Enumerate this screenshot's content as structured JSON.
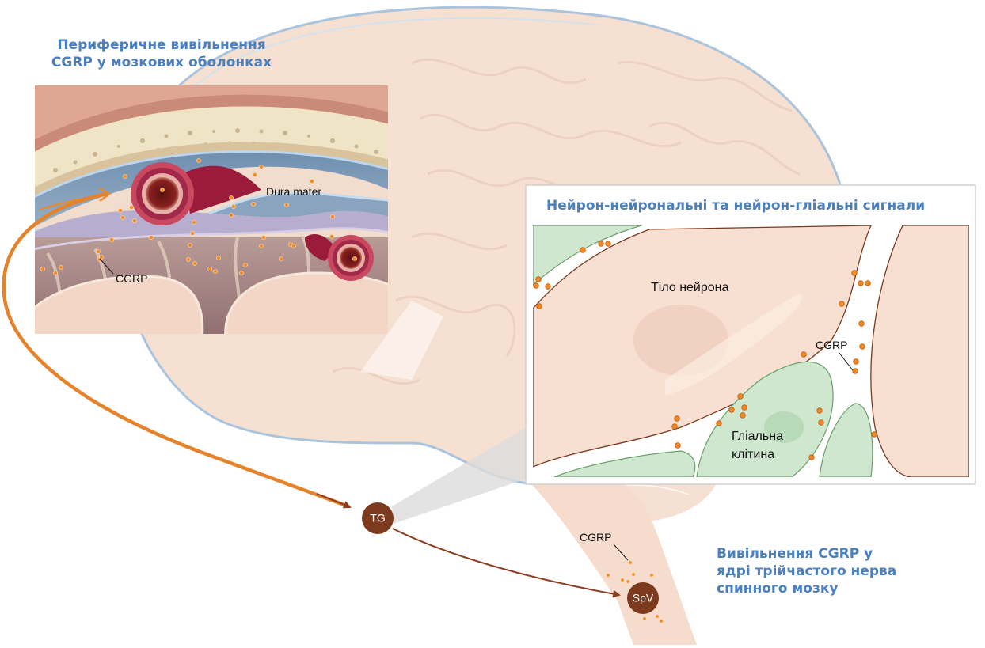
{
  "titles": {
    "peripheral": [
      "Периферичне вивільнення",
      "CGRP у мозкових оболонках"
    ],
    "neuronal": "Нейрон-нейрональні та нейрон-гліальні сигнали",
    "spinal": [
      "Вивільнення CGRP у",
      "ядрі трійчастого нерва",
      "спинного мозку"
    ]
  },
  "meninges_panel": {
    "dura_label": "Dura mater",
    "cgrp_label": "CGRP"
  },
  "neuron_panel": {
    "neuron_label": "Тіло нейрона",
    "glia_label": [
      "Гліальна",
      "клітина"
    ],
    "cgrp_label": "CGRP"
  },
  "pathway": {
    "tg_label": "TG",
    "spv_label": "SpV",
    "cgrp_label": "CGRP"
  },
  "colors": {
    "title_blue": "#4a7fc0",
    "cgrp_orange": "#f08a24",
    "nerve_brown": "#8b3f22",
    "node_brown": "#7c3a1e",
    "brain_fill": "#f6e0d2",
    "glia_green": "#cfe6cf"
  }
}
